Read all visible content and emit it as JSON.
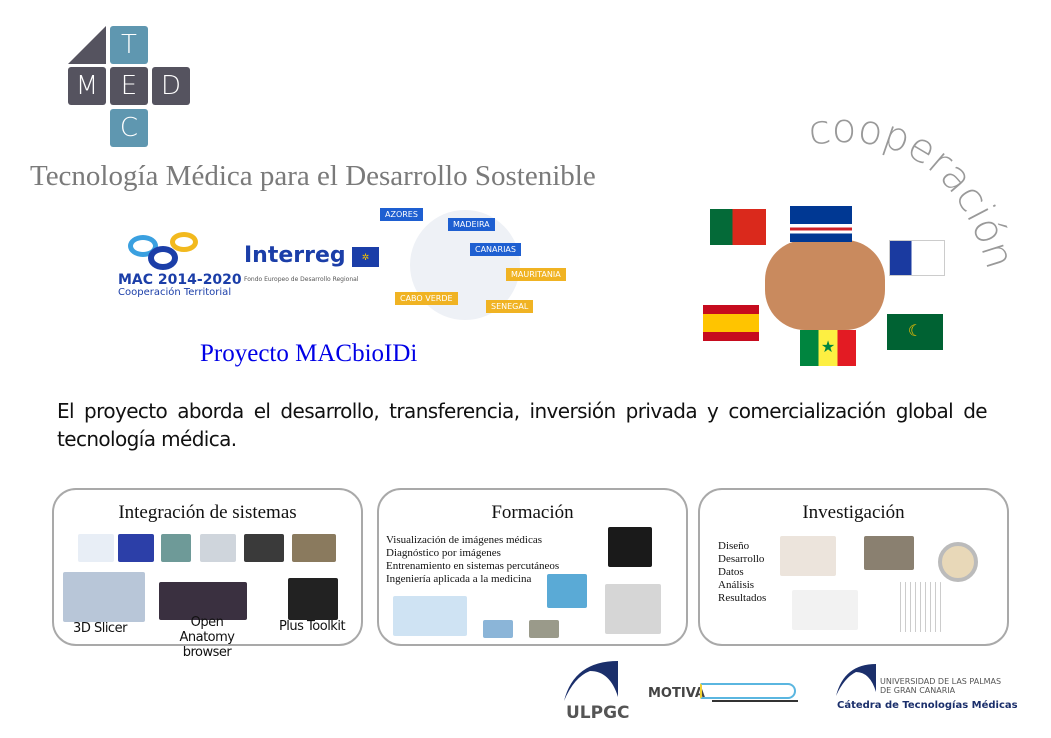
{
  "logo": {
    "letters": {
      "t": "T",
      "m": "M",
      "e": "E",
      "d": "D",
      "c": "C"
    }
  },
  "header": {
    "title": "Tecnología Médica para el Desarrollo Sostenible",
    "cooperation": "cooperación"
  },
  "banner": {
    "mac_line1": "MAC 2014-2020",
    "mac_line2": "Cooperación Territorial",
    "interreg": "Interreg",
    "interreg_sub": "Fondo Europeo de Desarrollo Regional",
    "regions": [
      "AZORES",
      "MADEIRA",
      "CANARIAS",
      "MAURITANIA",
      "CABO VERDE",
      "SENEGAL"
    ]
  },
  "project": {
    "name": "Proyecto MACbioIDi"
  },
  "description": "El proyecto aborda el desarrollo, transferencia, inversión privada y comercialización global de tecnología médica.",
  "panels": {
    "integration": {
      "title": "Integración de sistemas",
      "captions": [
        "3D Slicer",
        "Open Anatomy browser",
        "Plus Toolkit"
      ]
    },
    "training": {
      "title": "Formación",
      "items": [
        "Visualización de imágenes médicas",
        "Diagnóstico por imágenes",
        "Entrenamiento en sistemas percutáneos",
        "Ingeniería aplicada a la medicina"
      ]
    },
    "research": {
      "title": "Investigación",
      "items": [
        "Diseño",
        "Desarrollo",
        "Datos",
        "Análisis",
        "Resultados"
      ]
    }
  },
  "footer": {
    "ulpgc": "ULPGC",
    "motiva": "MOTIVA",
    "univ_line1": "UNIVERSIDAD DE LAS PALMAS",
    "univ_line2": "DE GRAN CANARIA",
    "catedra": "Cátedra de Tecnologías Médicas"
  },
  "colors": {
    "tile_dark": "#55535f",
    "tile_blue": "#5f97b0",
    "project": "#0000e6",
    "navy": "#1b2f6b"
  }
}
